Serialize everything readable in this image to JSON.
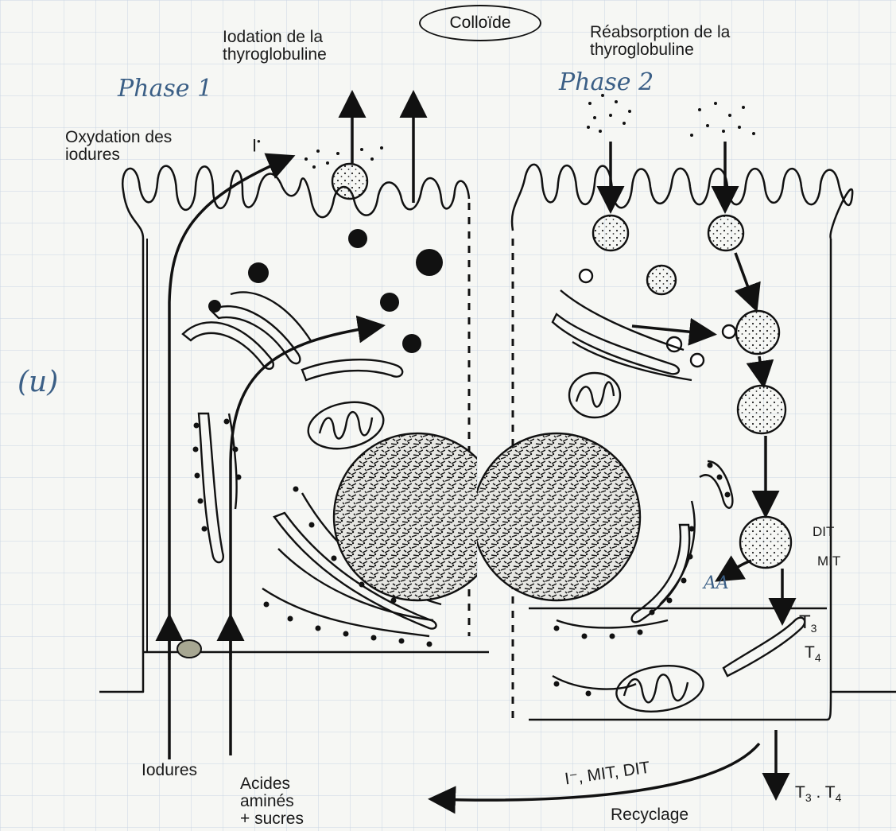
{
  "colloid_label": "Colloïde",
  "phase1": {
    "handwritten_title": "Phase 1",
    "iodation_label": "Iodation de la\nthyroglobuline",
    "oxidation_label": "Oxydation des\niodures",
    "iodine_symbol": "I",
    "iodide_input_label": "Iodures",
    "amino_input_label": "Acides\naminés\n+ sucres"
  },
  "phase2": {
    "handwritten_title": "Phase 2",
    "reabsorption_label": "Réabsorption de la\nthyroglobuline",
    "dit_label": "DIT",
    "mit_label": "MIT",
    "aa_label": "AA",
    "t3_label": "T",
    "t3_sub": "3",
    "t4_label": "T",
    "t4_sub": "4",
    "recycling_label": "Recyclage",
    "recycled_label": "I⁻, MIT, DIT",
    "output_label": "T",
    "output_sub_a": "3",
    "output_sep": " . T",
    "output_sub_b": "4"
  },
  "margin_note": "(u)",
  "colors": {
    "ink": "#111111",
    "paper": "#f6f7f4",
    "grid": "#c9d6e3",
    "handwriting": "#3b5f86"
  }
}
